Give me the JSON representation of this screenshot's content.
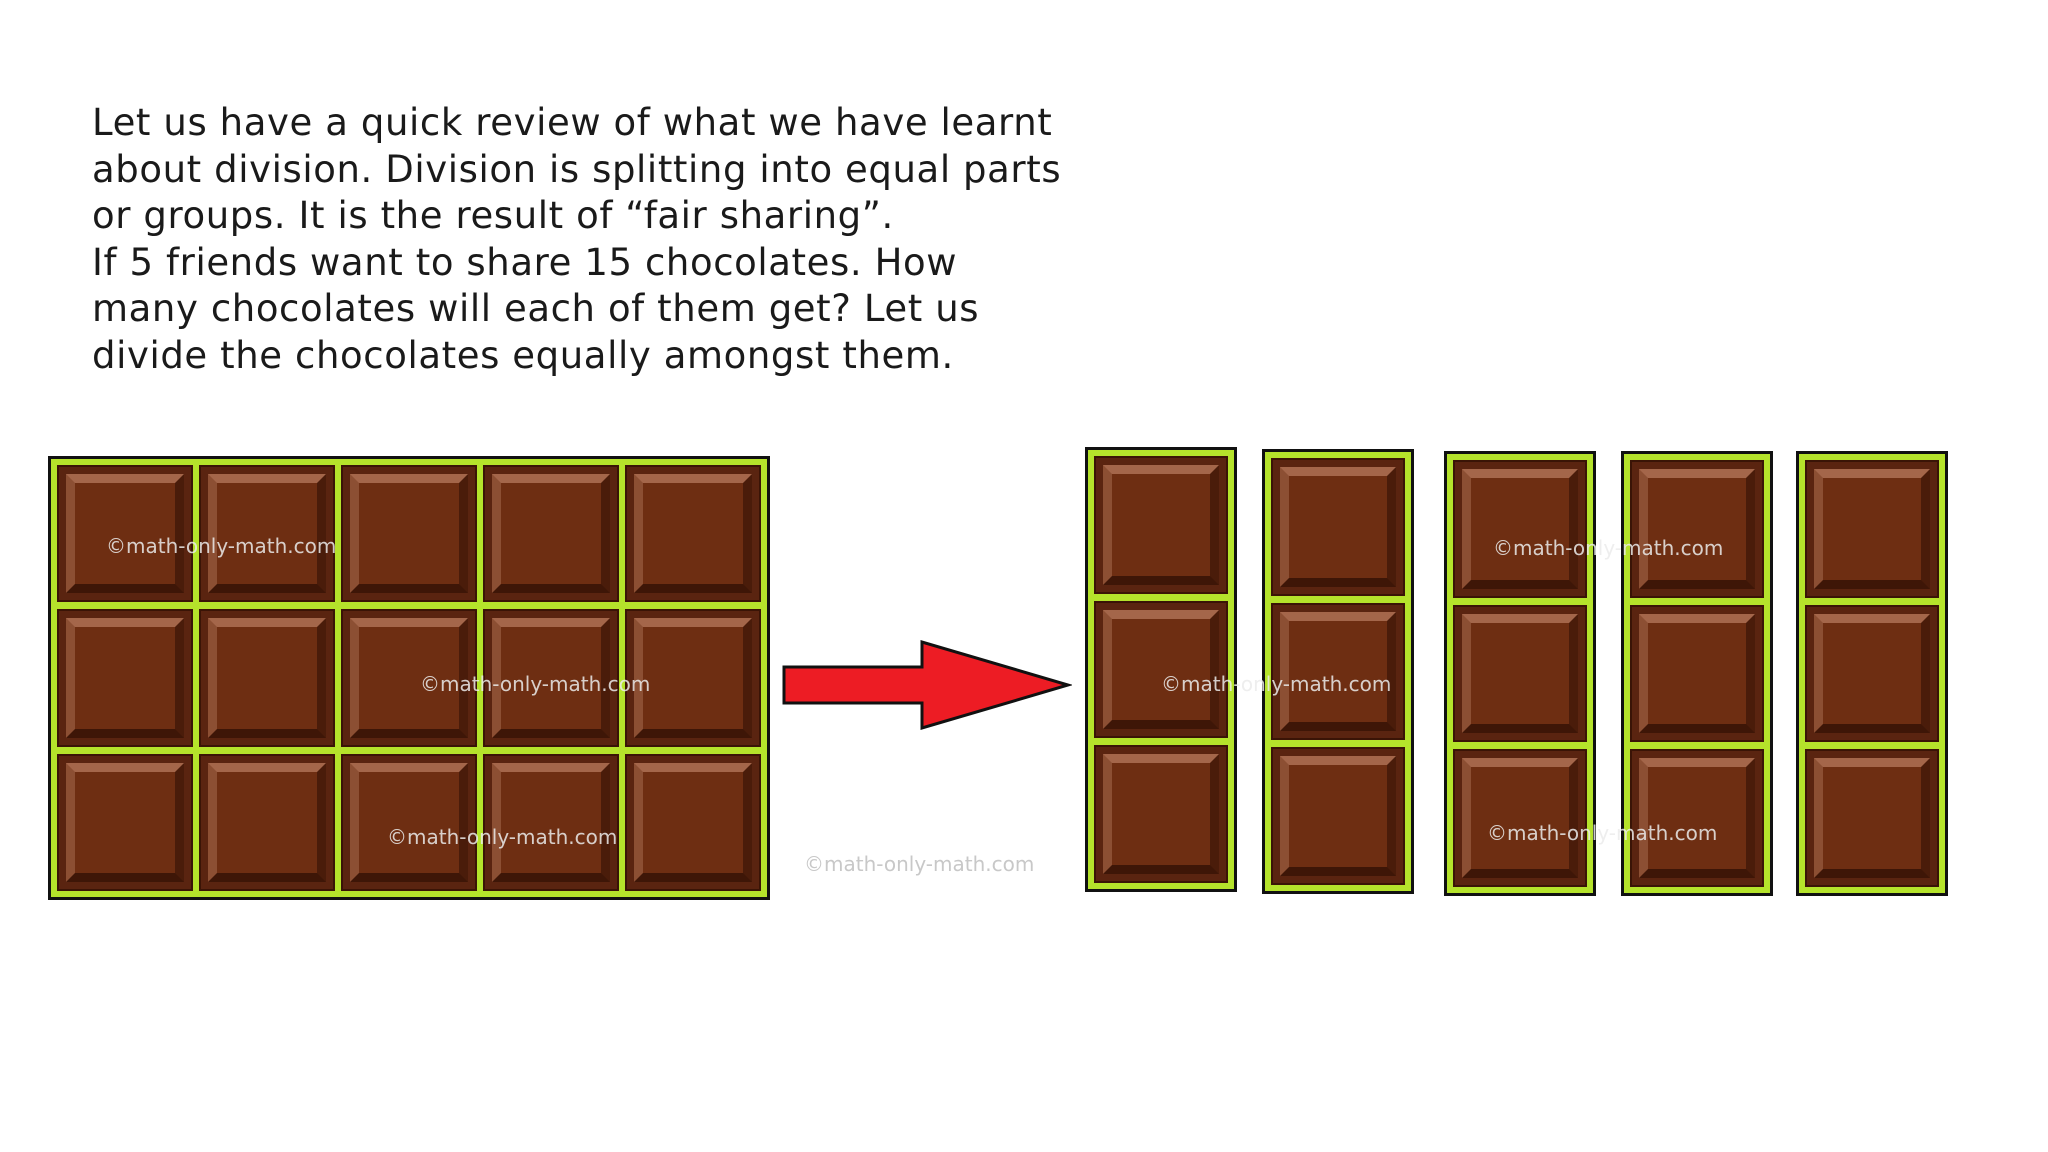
{
  "intro": {
    "lines": [
      "Let us have a quick review of what we have learnt",
      "about division. Division is splitting into equal parts",
      "or groups. It is the result of “fair sharing”.",
      "If 5 friends want to share 15 chocolates. How",
      "many chocolates will each of them get? Let us",
      "divide the chocolates equally amongst them."
    ]
  },
  "diagram": {
    "total_chocolates": 15,
    "friends": 5,
    "chocolates_each": 3,
    "source_bar": {
      "rows": 3,
      "columns": 5
    },
    "shares": [
      {
        "pieces": 3
      },
      {
        "pieces": 3
      },
      {
        "pieces": 3
      },
      {
        "pieces": 3
      },
      {
        "pieces": 3
      }
    ],
    "arrow_icon": "right-arrow-icon",
    "colors": {
      "chocolate": "#6e2e12",
      "wrapper_green": "#b5e32b",
      "arrow_red": "#ed1c24"
    }
  },
  "watermarks": [
    "©math-only-math.com",
    "©math-only-math.com",
    "©math-only-math.com",
    "©math-only-math.com",
    "©math-only-math.com",
    "©math-only-math.com",
    "©math-only-math.com"
  ]
}
